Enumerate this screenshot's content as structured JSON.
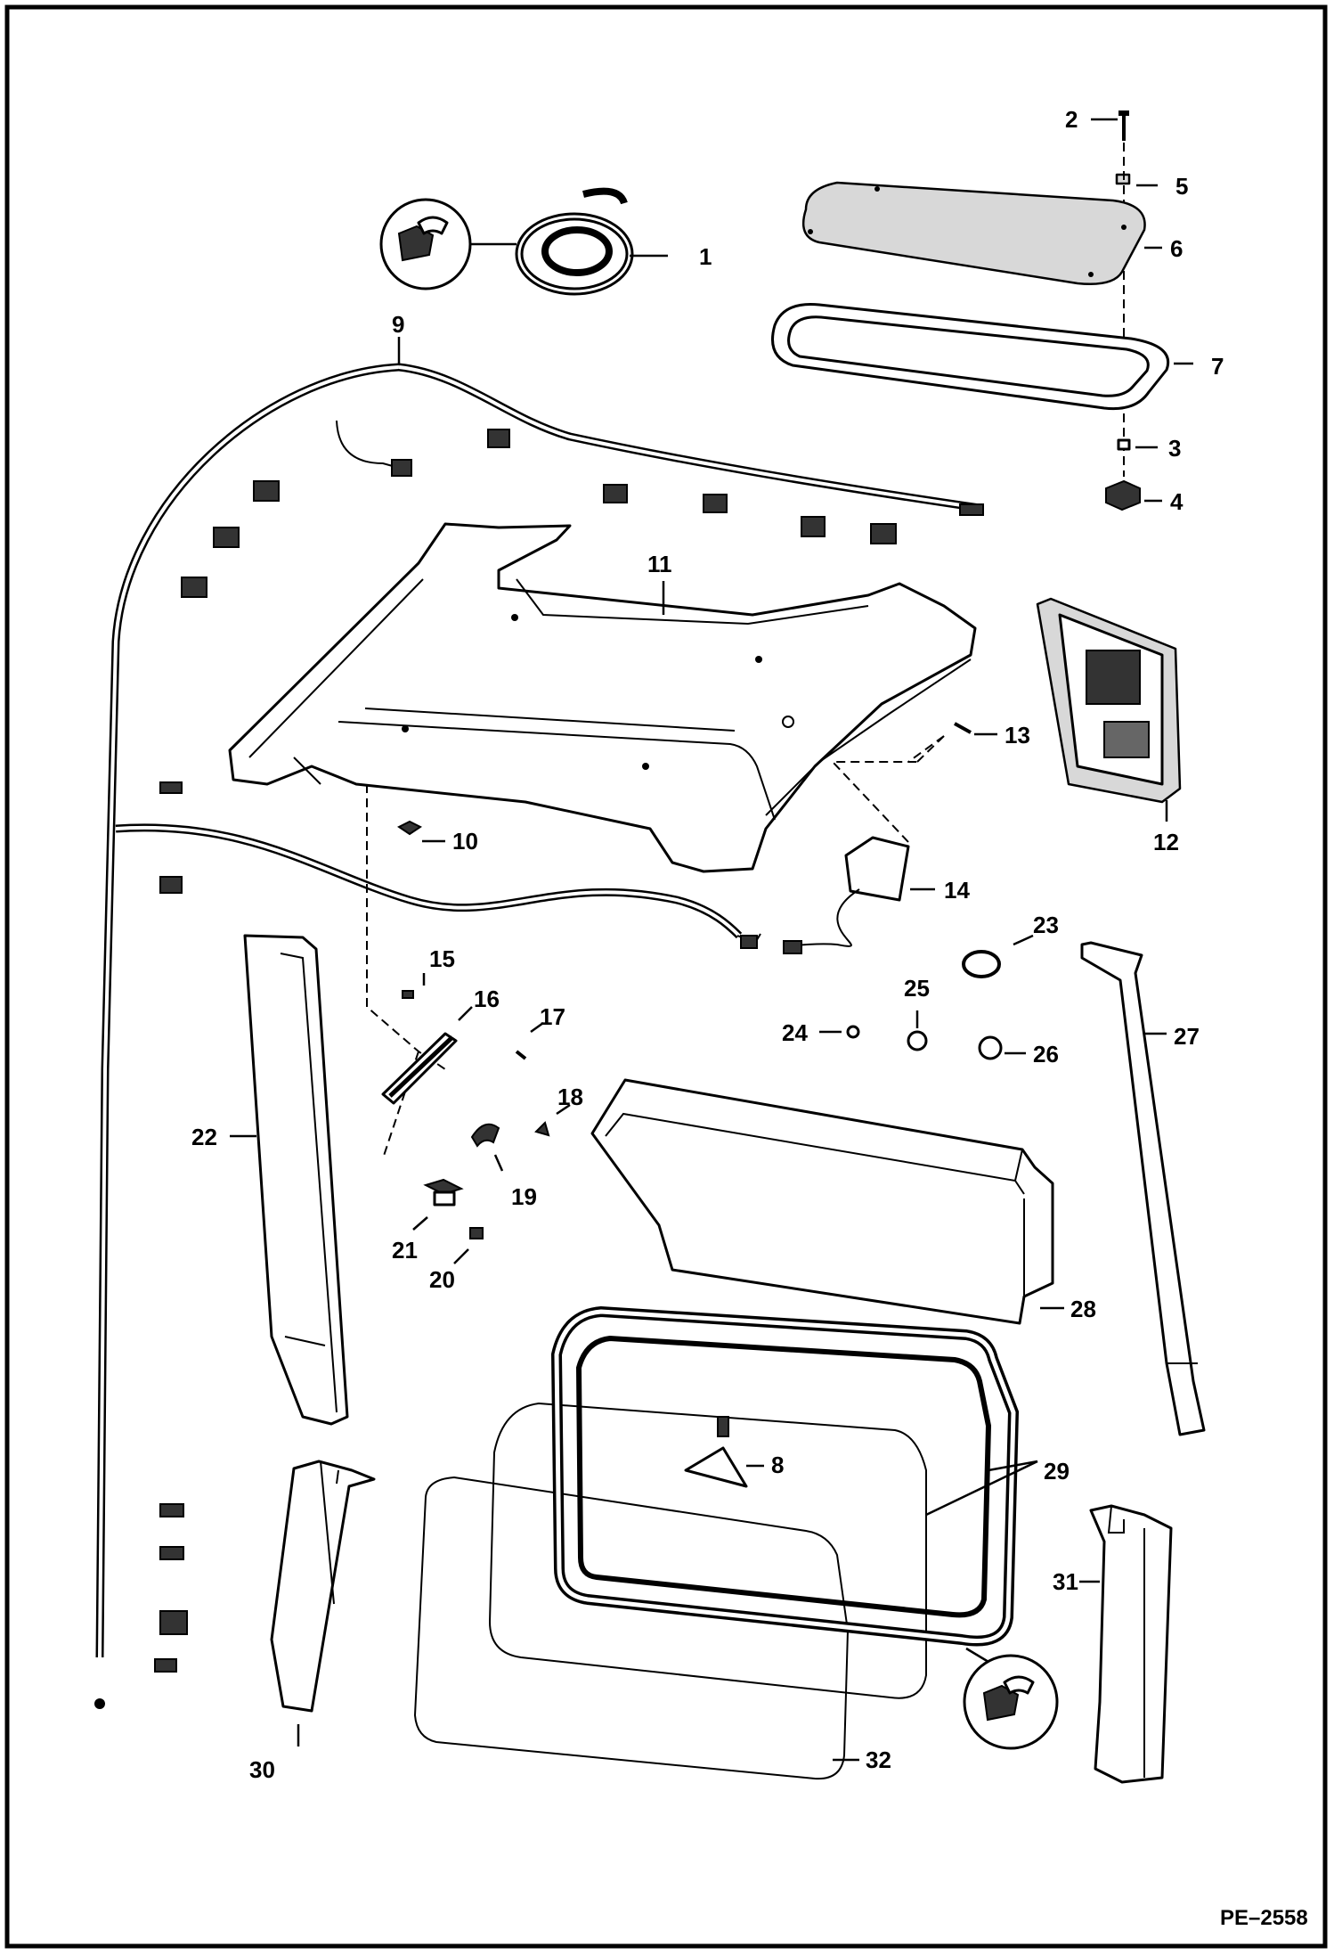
{
  "drawing_ref": "PE–2558",
  "labels": {
    "p1": "1",
    "p2": "2",
    "p3": "3",
    "p4": "4",
    "p5": "5",
    "p6": "6",
    "p7": "7",
    "p8": "8",
    "p9": "9",
    "p10": "10",
    "p11": "11",
    "p12": "12",
    "p13": "13",
    "p14": "14",
    "p15": "15",
    "p16": "16",
    "p17": "17",
    "p18": "18",
    "p19": "19",
    "p20": "20",
    "p21": "21",
    "p22": "22",
    "p23": "23",
    "p24": "24",
    "p25": "25",
    "p26": "26",
    "p27": "27",
    "p28": "28",
    "p29": "29",
    "p30": "30",
    "p31": "31",
    "p32": "32"
  },
  "icons": [
    "sealant-tool-icon",
    "sealant-tool-icon"
  ]
}
